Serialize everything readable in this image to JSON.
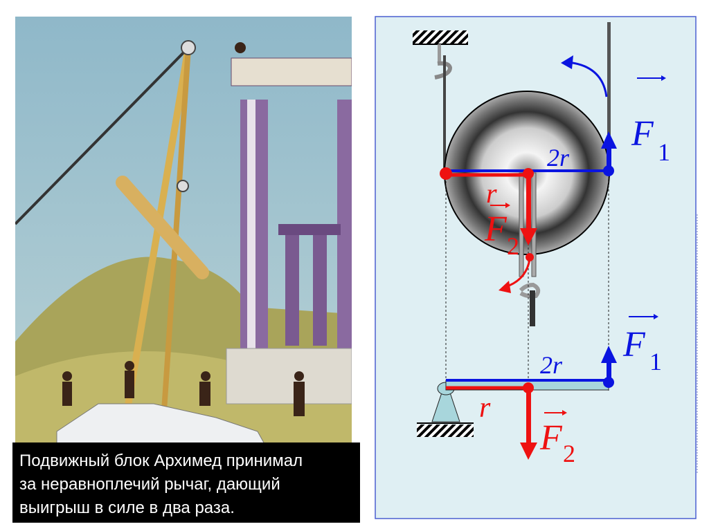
{
  "caption": {
    "lines": [
      "Подвижный блок Архимед принимал",
      "за неравноплечий рычаг, дающий",
      "выигрыш в силе в два раза."
    ]
  },
  "diagram": {
    "pulley": {
      "force_top": "F",
      "force_top_sub": "1",
      "force_load": "F",
      "force_load_sub": "2",
      "arm_long": "2r",
      "arm_short": "r"
    },
    "lever": {
      "force_top": "F",
      "force_top_sub": "1",
      "force_load": "F",
      "force_load_sub": "2",
      "arm_long": "2r",
      "arm_short": "r"
    },
    "colors": {
      "f1": "#0a14e0",
      "f2": "#ee1111",
      "panel": "#dfeff3",
      "border": "#4a5fd0"
    }
  },
  "painting": {
    "subject": "ancient-construction-crane-scene"
  }
}
